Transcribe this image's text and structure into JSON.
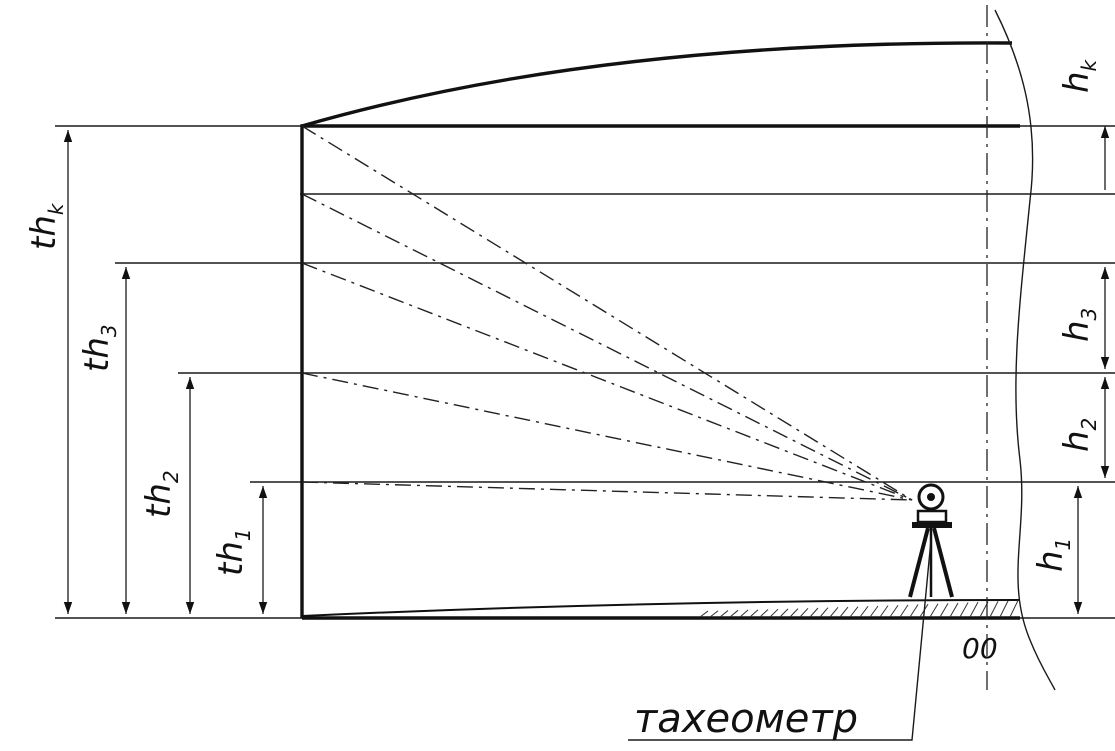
{
  "total_labels": {
    "left_main": "th",
    "left_sub": "k",
    "right_main": "h",
    "right_sub": "k"
  },
  "levels": [
    {
      "left_main": "th",
      "left_sub": "3",
      "right_main": "h",
      "right_sub": "3"
    },
    {
      "left_main": "th",
      "left_sub": "2",
      "right_main": "h",
      "right_sub": "2"
    },
    {
      "left_main": "th",
      "left_sub": "1",
      "right_main": "h",
      "right_sub": "1"
    }
  ],
  "axis_label": "00",
  "instrument_label": "тахеометр",
  "colors": {
    "ink": "#111111",
    "background": "#ffffff"
  }
}
